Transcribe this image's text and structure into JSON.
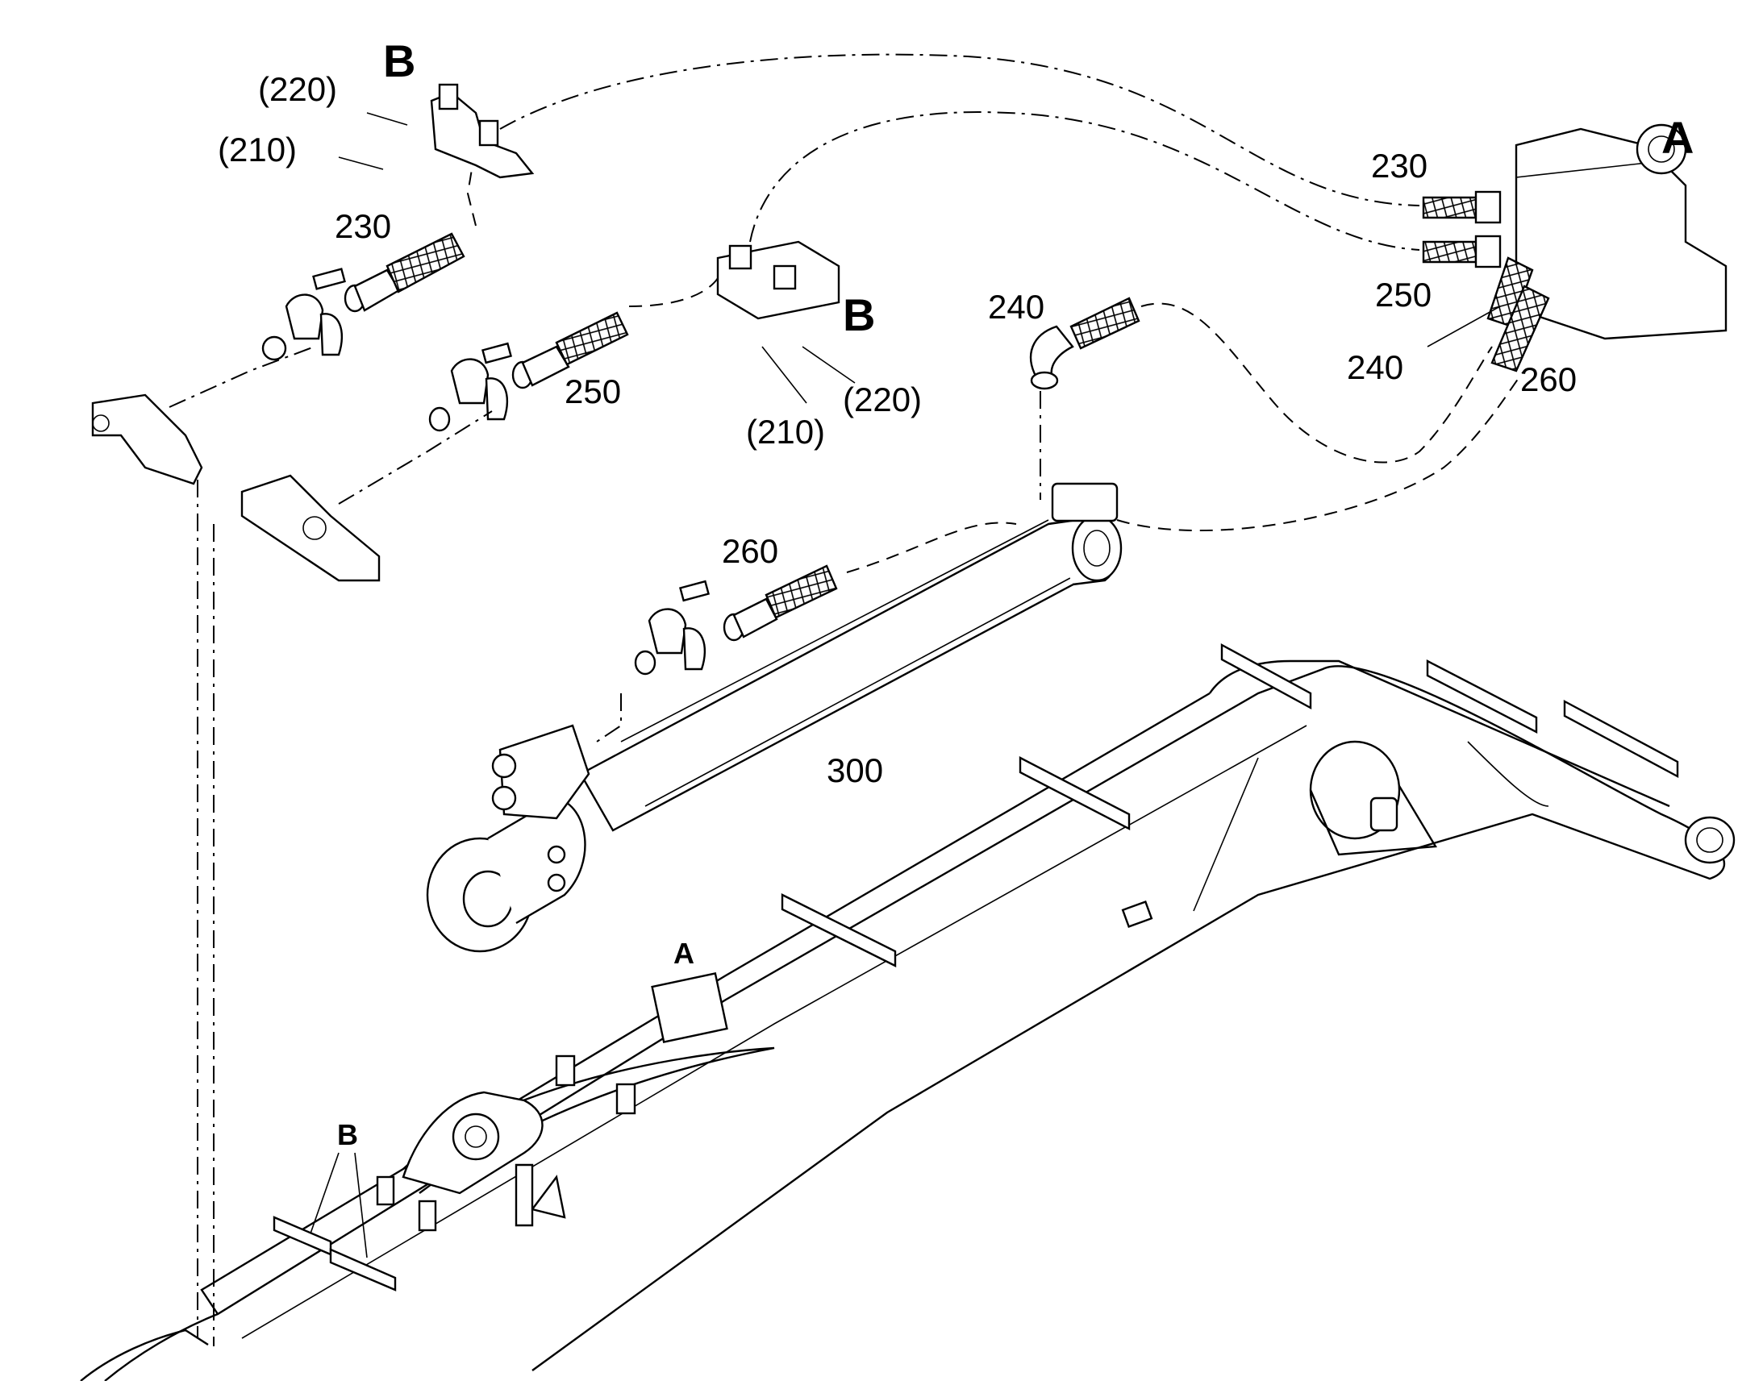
{
  "diagram": {
    "detail_labels": {
      "a_main": "A",
      "b_top": "B",
      "b_mid": "B",
      "a_boom": "A",
      "b_boom": "B"
    },
    "part_numbers": {
      "p220_top": "(220)",
      "p210_top": "(210)",
      "p230_left": "230",
      "p250_left": "250",
      "p210_mid": "(210)",
      "p220_mid": "(220)",
      "p240_center": "240",
      "p260_center": "260",
      "p300": "300",
      "p230_right": "230",
      "p250_right": "250",
      "p240_right": "240",
      "p260_right": "260"
    }
  }
}
